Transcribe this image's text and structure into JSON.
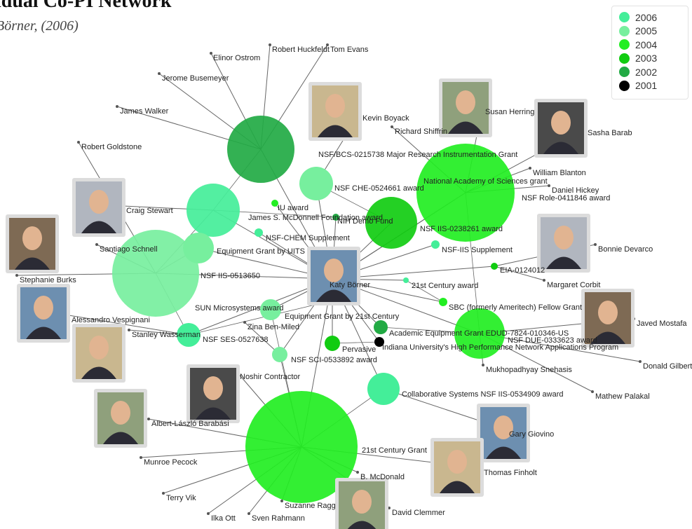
{
  "title": "idual Co-PI Network",
  "subtitle": "Börner, (2006)",
  "colors": {
    "2006": "#44ee99",
    "2005": "#77ef9e",
    "2004": "#22ee22",
    "2003": "#11cc11",
    "2002": "#22aa44",
    "2001": "#000000",
    "edge": "#666666",
    "photo_frame": "#dcdcdc"
  },
  "legend": [
    {
      "year": "2006",
      "color": "#44ee99"
    },
    {
      "year": "2005",
      "color": "#77ef9e"
    },
    {
      "year": "2004",
      "color": "#22ee22"
    },
    {
      "year": "2003",
      "color": "#11cc11"
    },
    {
      "year": "2002",
      "color": "#22aa44"
    },
    {
      "year": "2001",
      "color": "#000000"
    }
  ],
  "center": {
    "label": "Katy Börner"
  },
  "people": [
    "Elinor Ostrom",
    "Robert Huckfeldt",
    "Tom Evans",
    "Jerome Busemeyer",
    "James Walker",
    "Robert Goldstone",
    "Kevin Boyack",
    "Richard Shiffrin",
    "Susan Herring",
    "Sasha Barab",
    "William Blanton",
    "Daniel Hickey",
    "Craig Stewart",
    "Santiago Schnell",
    "Stephanie Burks",
    "Alessandro Vespignani",
    "Stanley Wasserman",
    "Albert-László Barabási",
    "Noshir Contractor",
    "Zina Ben-Miled",
    "Bonnie Devarco",
    "Margaret Corbit",
    "Javed Mostafa",
    "Donald Gilbert",
    "Mukhopadhyay Snehasis",
    "Mathew Palakal",
    "Gary Giovino",
    "Thomas Finholt",
    "David Clemmer",
    "B. McDonald",
    "Suzanne Ragg",
    "Sven Rahmann",
    "Ilka Ott",
    "Terry Vik",
    "Munroe Pecock"
  ],
  "grants": [
    "NSF/BCS-0215738 Major Research Instrumentation Grant",
    "NSF CHE-0524661 award",
    "National Academy of Sciences grant",
    "NSF Role-0411846 award",
    "IU award",
    "James S. McDonnell Foundation award",
    "NIH Demo Fund",
    "NSF IIS-0238261 award",
    "NSF-CHEM Supplement",
    "Equipment Grant by UITS",
    "NSF-IIS Supplement",
    "EIA-0124012",
    "NSF IIS-0513650",
    "21st Century award",
    "SBC (formerly Ameritech) Fellow Grant",
    "SUN Microsystems award",
    "Equipment Grant by 21st Century",
    "Academic Equipment Grant EDUD-7824-010346-US",
    "NSF DUE-0333623 award",
    "Pervasive",
    "Indiana University's High Performance Network Applications Program",
    "NSF SES-0527638",
    "NSF SCI-0533892 award",
    "Collaborative Systems NSF IIS-0534909 award",
    "21st Century Grant"
  ]
}
